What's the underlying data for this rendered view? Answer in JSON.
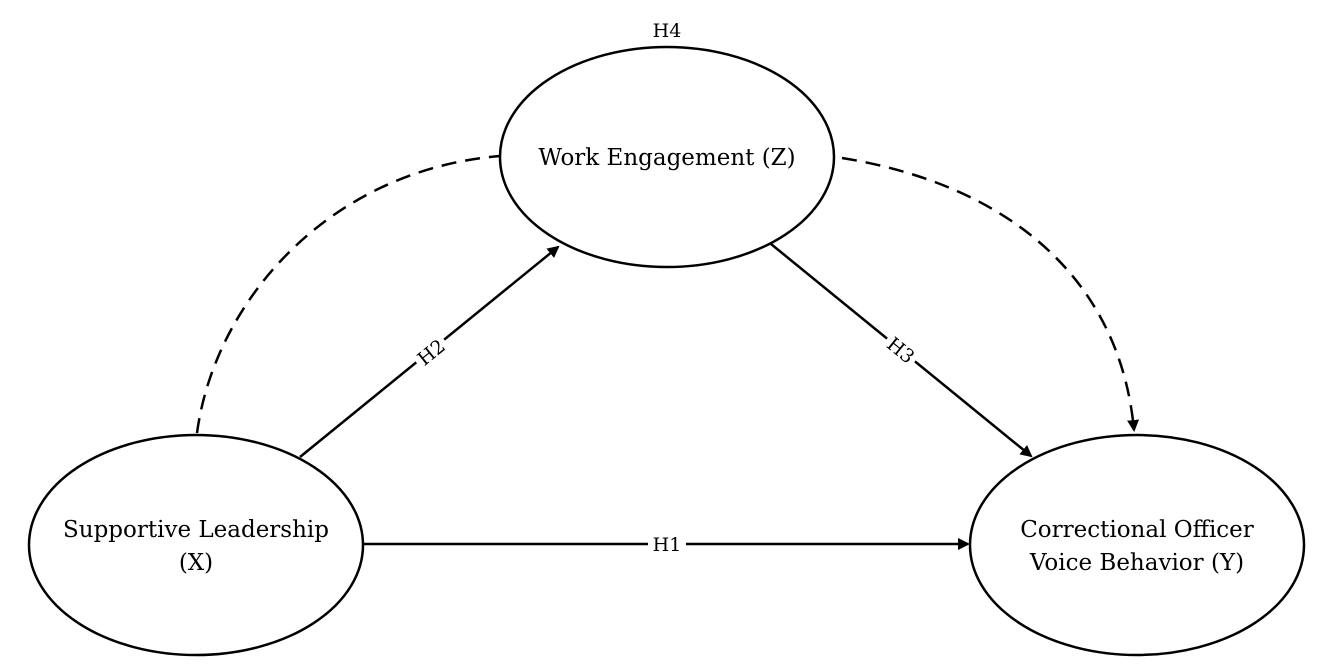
{
  "nodes": {
    "work_engagement": {
      "lines": [
        "Work Engagement (Z)"
      ]
    },
    "supportive_leadership": {
      "lines": [
        "Supportive Leadership",
        "(X)"
      ]
    },
    "voice_behavior": {
      "lines": [
        "Correctional Officer",
        "Voice Behavior (Y)"
      ]
    }
  },
  "hypotheses": {
    "h1": "H1",
    "h2": "H2",
    "h3": "H3",
    "h4": "H4"
  }
}
